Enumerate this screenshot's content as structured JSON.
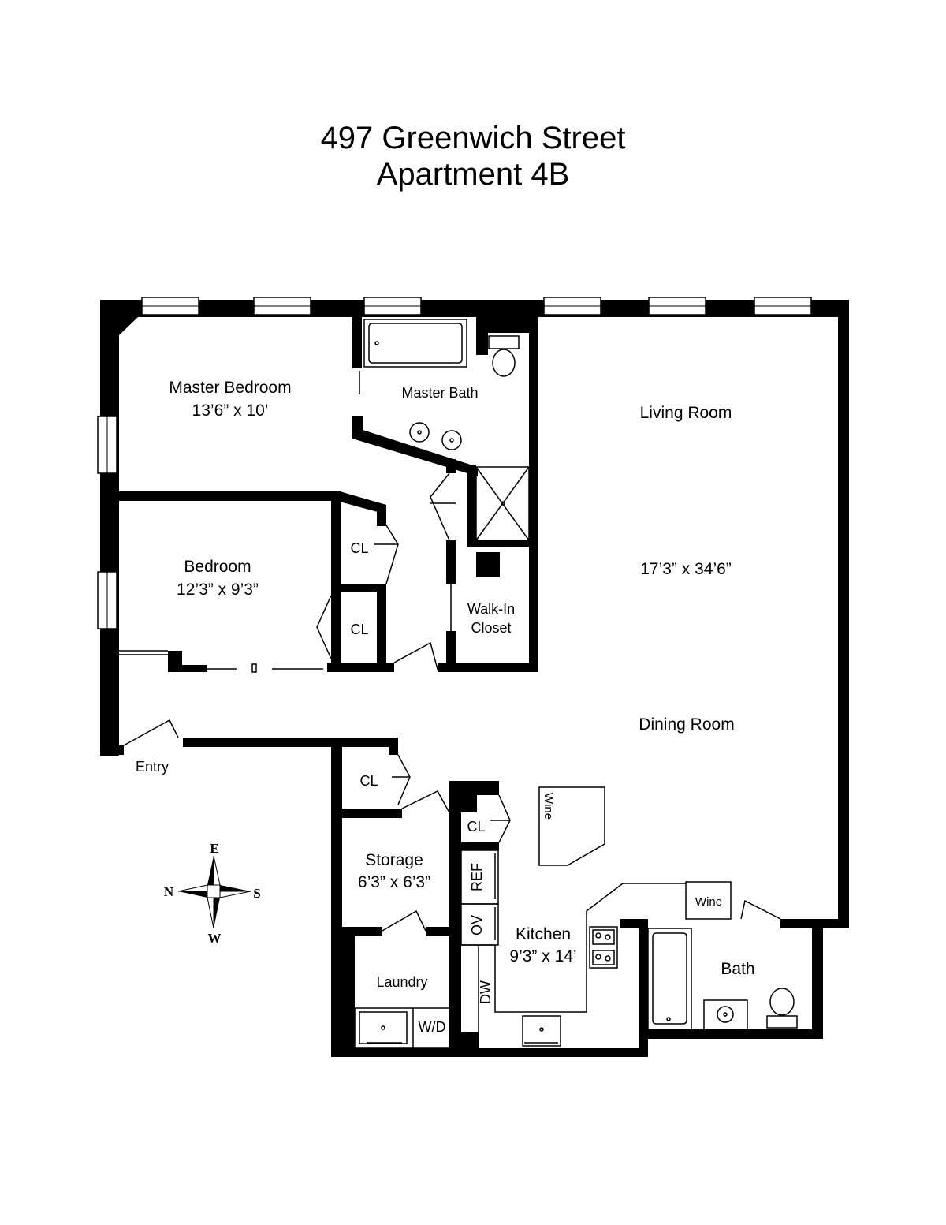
{
  "header": {
    "address": "497 Greenwich Street",
    "unit": "Apartment 4B"
  },
  "rooms": {
    "master_bedroom": {
      "name": "Master Bedroom",
      "size": "13’6” x 10’"
    },
    "master_bath": {
      "name": "Master Bath"
    },
    "living_room": {
      "name": "Living Room",
      "size": "17’3” x 34’6”"
    },
    "bedroom": {
      "name": "Bedroom",
      "size": "12’3” x 9’3”"
    },
    "closet_1": {
      "name": "CL"
    },
    "closet_2": {
      "name": "CL"
    },
    "closet_3": {
      "name": "CL"
    },
    "closet_4": {
      "name": "CL"
    },
    "walk_in_closet": {
      "line1": "Walk-In",
      "line2": "Closet"
    },
    "dining_room": {
      "name": "Dining Room"
    },
    "entry": {
      "name": "Entry"
    },
    "storage": {
      "name": "Storage",
      "size": "6’3” x 6’3”"
    },
    "laundry": {
      "name": "Laundry",
      "washer_dryer": "W/D"
    },
    "kitchen": {
      "name": "Kitchen",
      "size": "9’3” x 14’"
    },
    "bath": {
      "name": "Bath"
    }
  },
  "appliances": {
    "refrigerator": "REF",
    "oven": "OV",
    "dishwasher": "DW",
    "wine_island": "Wine",
    "wine_fridge": "Wine"
  },
  "compass": {
    "north": "N",
    "south": "S",
    "east": "E",
    "west": "W"
  },
  "colors": {
    "wall": "#000000",
    "background": "#ffffff"
  }
}
